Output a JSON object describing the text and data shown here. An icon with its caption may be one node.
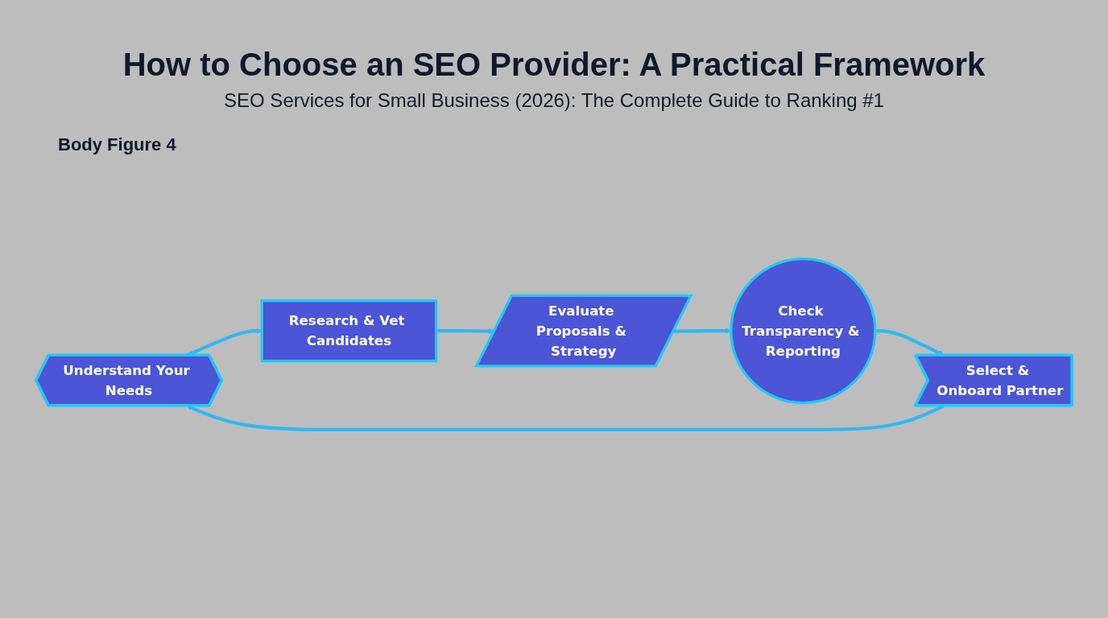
{
  "diagram": {
    "title": "How to Choose an SEO Provider: A Practical Framework",
    "nodes": [
      {
        "text": [
          "Understand Your Needs"
        ]
      },
      {
        "text": [
          "Research & Vet Candidates"
        ]
      },
      {
        "text": [
          "Evaluate Proposals & Strategy"
        ]
      },
      {
        "text": [
          "Check Transparency & Reporting"
        ]
      },
      {
        "text": [
          "Select & Onboard Partner"
        ]
      }
    ],
    "edges": [
      {
        "from": 0,
        "to": 1,
        "arrow": "to"
      },
      {
        "from": 1,
        "to": 2,
        "arrow": "to"
      },
      {
        "from": 2,
        "to": 3,
        "arrow": "to"
      },
      {
        "from": 3,
        "to": 4,
        "arrow": "to"
      },
      {
        "from": 4,
        "to": 0,
        "arrow": "to"
      }
    ],
    "labels": [
      "SEO Services for Small Business (2026): The Complete Guide to Ranking #1",
      "Body Figure 4"
    ]
  }
}
